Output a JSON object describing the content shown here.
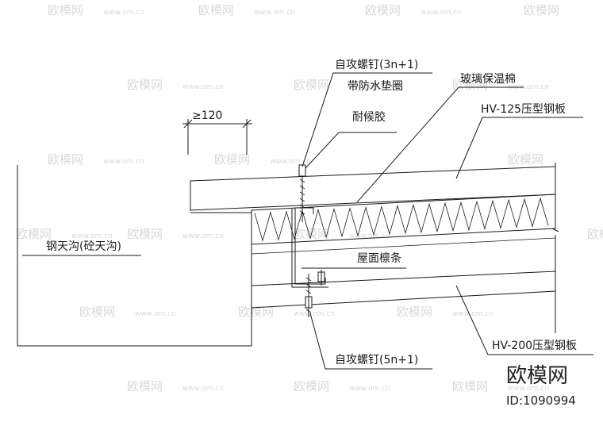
{
  "labels": {
    "screw_top": "自攻螺钉(3n+1)",
    "washer": "带防水垫圈",
    "glass_wool": "玻璃保温棉",
    "sealant": "耐候胶",
    "hv125": "HV-125压型钢板",
    "gutter": "钢天沟(砼天沟)",
    "purlin": "屋面檩条",
    "screw_bottom": "自攻螺钉(5n+1)",
    "hv200": "HV-200压型钢板",
    "dimension": "≥120"
  },
  "watermark": {
    "text": "欧模网",
    "url_text": "www.om.cn"
  },
  "brand": {
    "logo": "欧模网",
    "id": "ID:1090994"
  }
}
